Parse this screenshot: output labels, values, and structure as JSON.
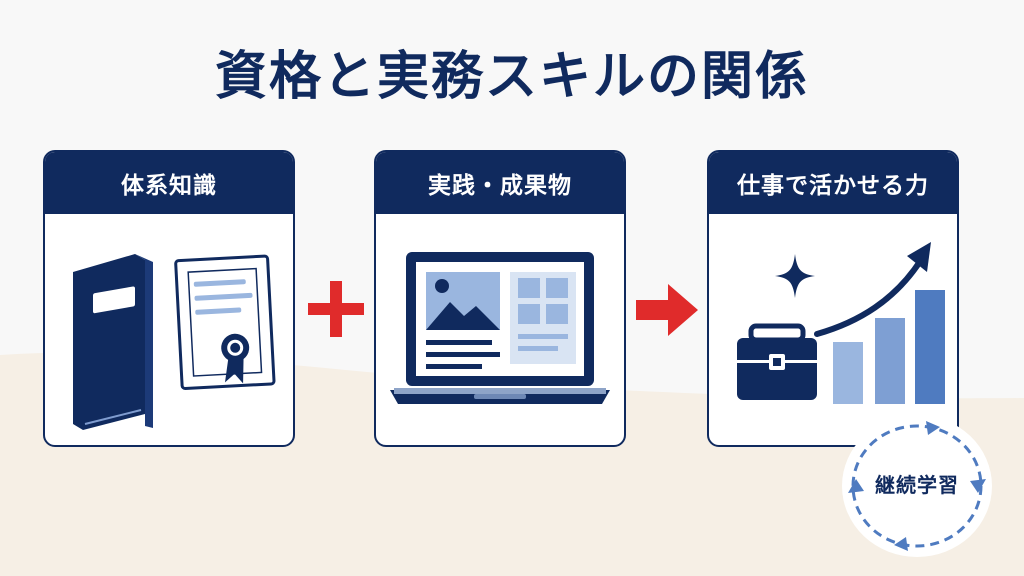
{
  "title": "資格と実務スキルの関係",
  "cards": [
    {
      "label": "体系知識"
    },
    {
      "label": "実践・成果物"
    },
    {
      "label": "仕事で活かせる力"
    }
  ],
  "badge": {
    "label": "継続学習"
  },
  "colors": {
    "navy": "#102a5e",
    "accent_red": "#e02b2b",
    "light_blue": "#9ab6df",
    "mid_blue": "#4f7bc0",
    "background": "#f8f8f8",
    "beige_wave": "#f6efe5"
  },
  "icons": {
    "card1": [
      "book-icon",
      "certificate-icon"
    ],
    "card2": [
      "laptop-icon"
    ],
    "card3": [
      "briefcase-icon",
      "growth-chart-icon",
      "sparkle-icon"
    ],
    "connectors": [
      "plus-icon",
      "arrow-right-icon"
    ],
    "badge": "cycle-icon"
  }
}
